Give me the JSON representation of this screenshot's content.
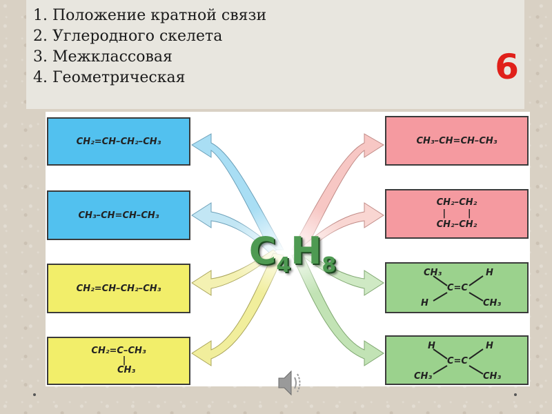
{
  "header": {
    "items": [
      "1. Положение кратной связи",
      "2. Углеродного скелета",
      "3.  Межклассовая",
      "4. Геометрическая"
    ],
    "slide_number": "6"
  },
  "diagram": {
    "center_formula": {
      "c": "C",
      "c_sub": "4",
      "h": "H",
      "h_sub": "8"
    },
    "left_boxes": [
      {
        "text": "CH₂=CH–CH₂–CH₃",
        "color": "#52c1ef"
      },
      {
        "text": "CH₃–CH=CH–CH₃",
        "color": "#52c1ef"
      },
      {
        "text": "CH₂=CH–CH₂–CH₃",
        "color": "#f2ee6a"
      },
      {
        "line1": "CH₂=C–CH₃",
        "line2": "|",
        "line3": "CH₃",
        "color": "#f2ee6a"
      }
    ],
    "right_boxes": [
      {
        "text": "CH₃–CH=CH–CH₃",
        "color": "#f59aa0"
      },
      {
        "line1": "CH₂–CH₂",
        "line2": "|       |",
        "line3": "CH₂–CH₂",
        "color": "#f59aa0"
      },
      {
        "tl": "CH₃",
        "tr": "H",
        "mid": "C=C",
        "bl": "H",
        "br": "CH₃",
        "color": "#9bd28d"
      },
      {
        "tl": "H",
        "tr": "H",
        "mid": "C=C",
        "bl": "CH₃",
        "br": "CH₃",
        "color": "#9bd28d"
      }
    ]
  }
}
